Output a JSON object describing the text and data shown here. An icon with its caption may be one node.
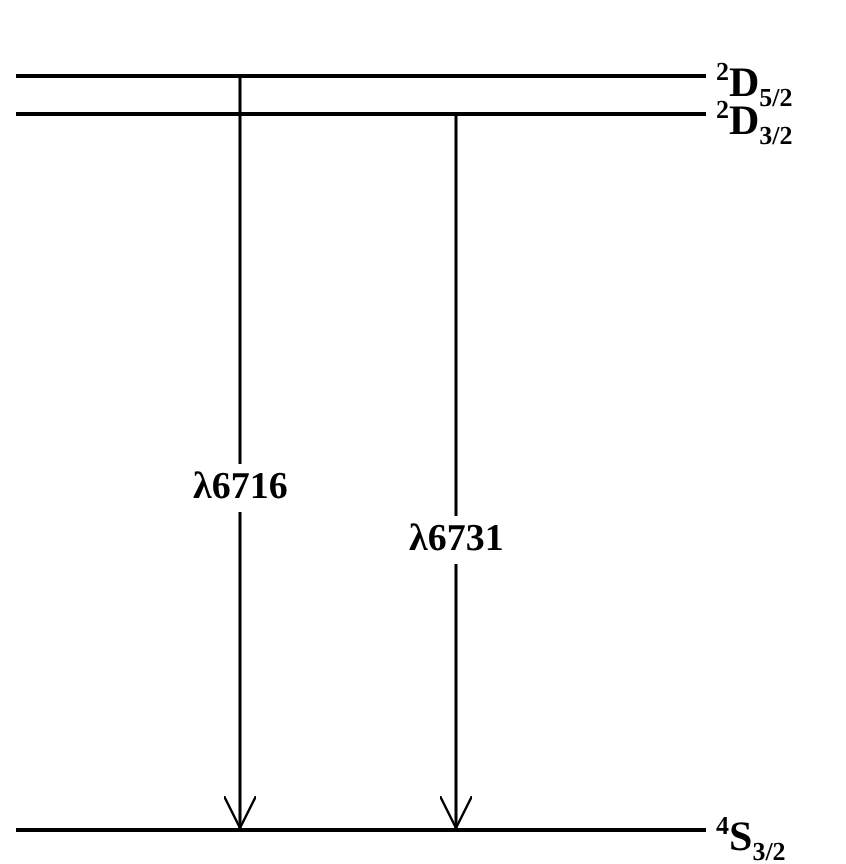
{
  "diagram": {
    "nodes": [
      {
        "text": [
          "$^{2}$D$_{5/2}$"
        ]
      },
      {
        "text": [
          "$^{2}$D$_{3/2}$"
        ]
      },
      {
        "text": [
          "$^{4}$S$_{3/2}$"
        ]
      }
    ],
    "edges": [
      {
        "from": 0,
        "to": 2,
        "arrow": "to",
        "label": "λ6716"
      },
      {
        "from": 1,
        "to": 2,
        "arrow": "to",
        "label": "λ6731"
      }
    ]
  }
}
